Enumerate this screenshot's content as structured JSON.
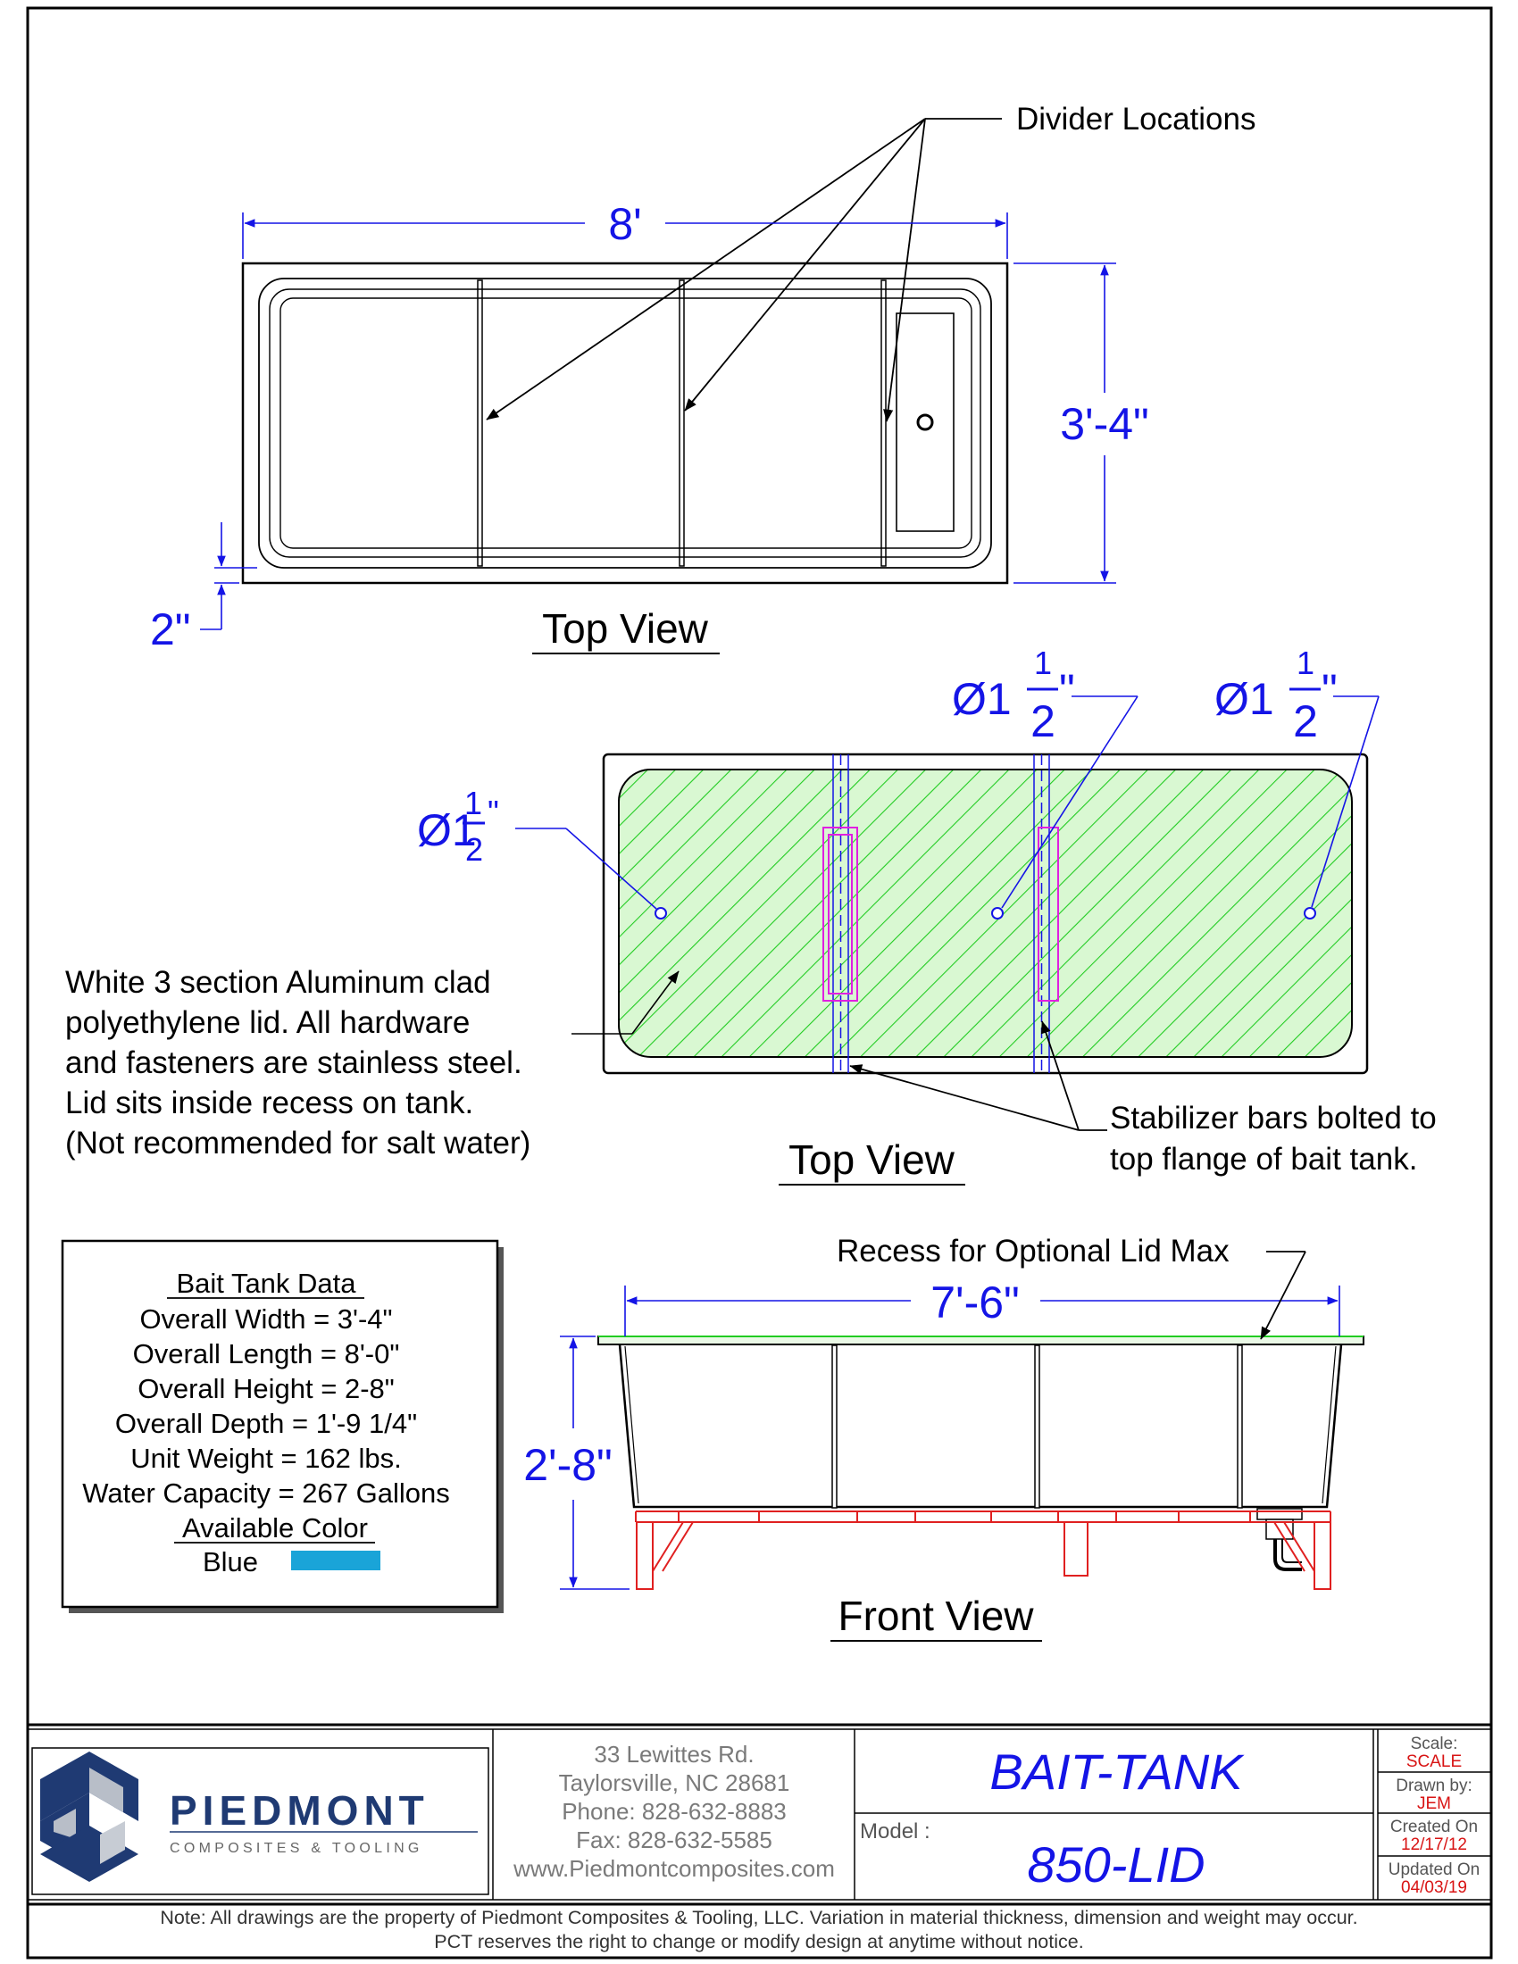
{
  "annotations": {
    "divider_locations": "Divider Locations",
    "lid_description": [
      "White 3 section Aluminum clad",
      "polyethylene lid.  All hardware",
      "and fasteners are stainless steel.",
      "Lid sits inside recess on tank.",
      "(Not recommended for salt water)"
    ],
    "stabilizer": [
      "Stabilizer bars bolted to",
      "top flange of bait tank."
    ],
    "recess": "Recess for Optional Lid Max"
  },
  "dimensions": {
    "length": "8'",
    "width": "3'-4\"",
    "flange": "2\"",
    "hole_prefix": "Ø1",
    "hole_num": "1",
    "hole_den": "2",
    "hole_suffix": "\"",
    "recess_length": "7'-6\"",
    "height": "2'-8\""
  },
  "views": {
    "top_view": "Top View",
    "lid_top_view": "Top View",
    "front_view": "Front View"
  },
  "tank_data": {
    "heading": "Bait Tank Data",
    "lines": [
      "Overall Width = 3'-4\"",
      "Overall Length = 8'-0\"",
      "Overall Height = 2-8\"",
      "Overall Depth = 1'-9 1/4\"",
      "Unit Weight = 162 lbs.",
      "Water Capacity = 267 Gallons"
    ],
    "color_heading": "Available Color",
    "color_name": "Blue",
    "color_hex": "#1aa4d8"
  },
  "title_block": {
    "company_name": "PIEDMONT",
    "company_sub": "COMPOSITES & TOOLING",
    "address": [
      "33 Lewittes Rd.",
      "Taylorsville, NC 28681",
      "Phone: 828-632-8883",
      "Fax: 828-632-5585",
      "www.Piedmontcomposites.com"
    ],
    "title": "BAIT-TANK",
    "model_label": "Model :",
    "model": "850-LID",
    "scale_label": "Scale:",
    "scale_value": "SCALE",
    "drawn_label": "Drawn  by:",
    "drawn_value": "JEM",
    "created_label": "Created  On",
    "created_value": "12/17/12",
    "updated_label": "Updated  On",
    "updated_value": "04/03/19",
    "note": [
      "Note: All drawings are the property of Piedmont Composites & Tooling, LLC.  Variation in material thickness, dimension and weight may occur.",
      "PCT reserves the right to change or modify design at anytime without notice."
    ]
  },
  "colors": {
    "dimension": "#1414e6",
    "lid_hatch": "#22cc22",
    "lid_fill": "#c8f5c0",
    "stabilizer": "#e020e0",
    "stand": "#e02020",
    "logo": "#1f3a73"
  }
}
